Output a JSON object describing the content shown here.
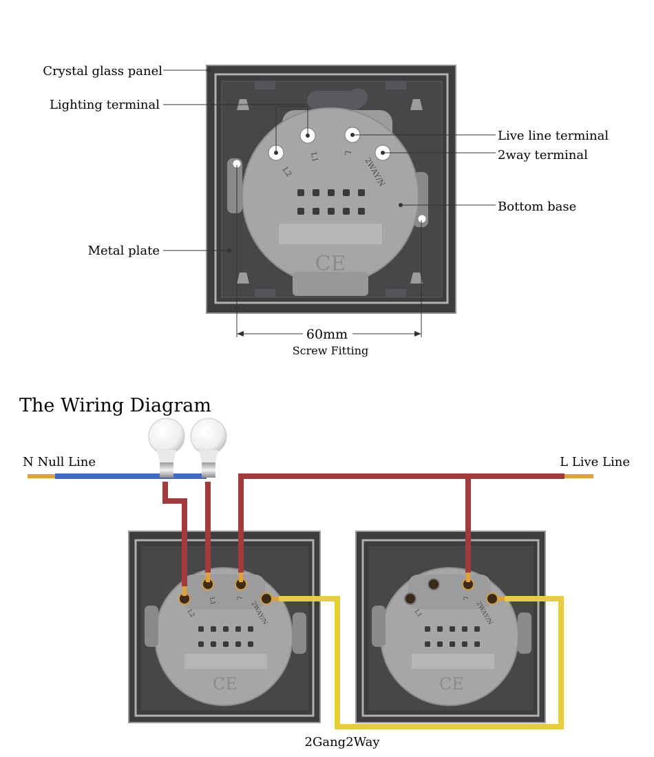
{
  "labels": {
    "crystal_glass_panel": "Crystal glass panel",
    "lighting_terminal": "Lighting terminal",
    "live_line_terminal": "Live line terminal",
    "two_way_terminal": "2way terminal",
    "bottom_base": "Bottom base",
    "metal_plate": "Metal plate"
  },
  "dimension": {
    "value": "60mm",
    "caption": "Screw Fitting"
  },
  "wiring": {
    "title": "The Wiring Diagram",
    "null_line": "N Null Line",
    "live_line": "L Live Line",
    "caption": "2Gang2Way"
  },
  "terminals": {
    "l2": "L2",
    "l1": "L1",
    "l": "L",
    "two_way_n": "2WAY/N"
  },
  "marks": {
    "ce": "CE"
  },
  "colors": {
    "frame": "#3d3d3f",
    "frame_edge": "#a9a9ab",
    "base": "#a5a6a8",
    "red_wire": "#a33a3c",
    "blue_wire": "#3f6bc4",
    "yellow_wire": "#e6cf3a",
    "copper": "#e0a13a"
  }
}
